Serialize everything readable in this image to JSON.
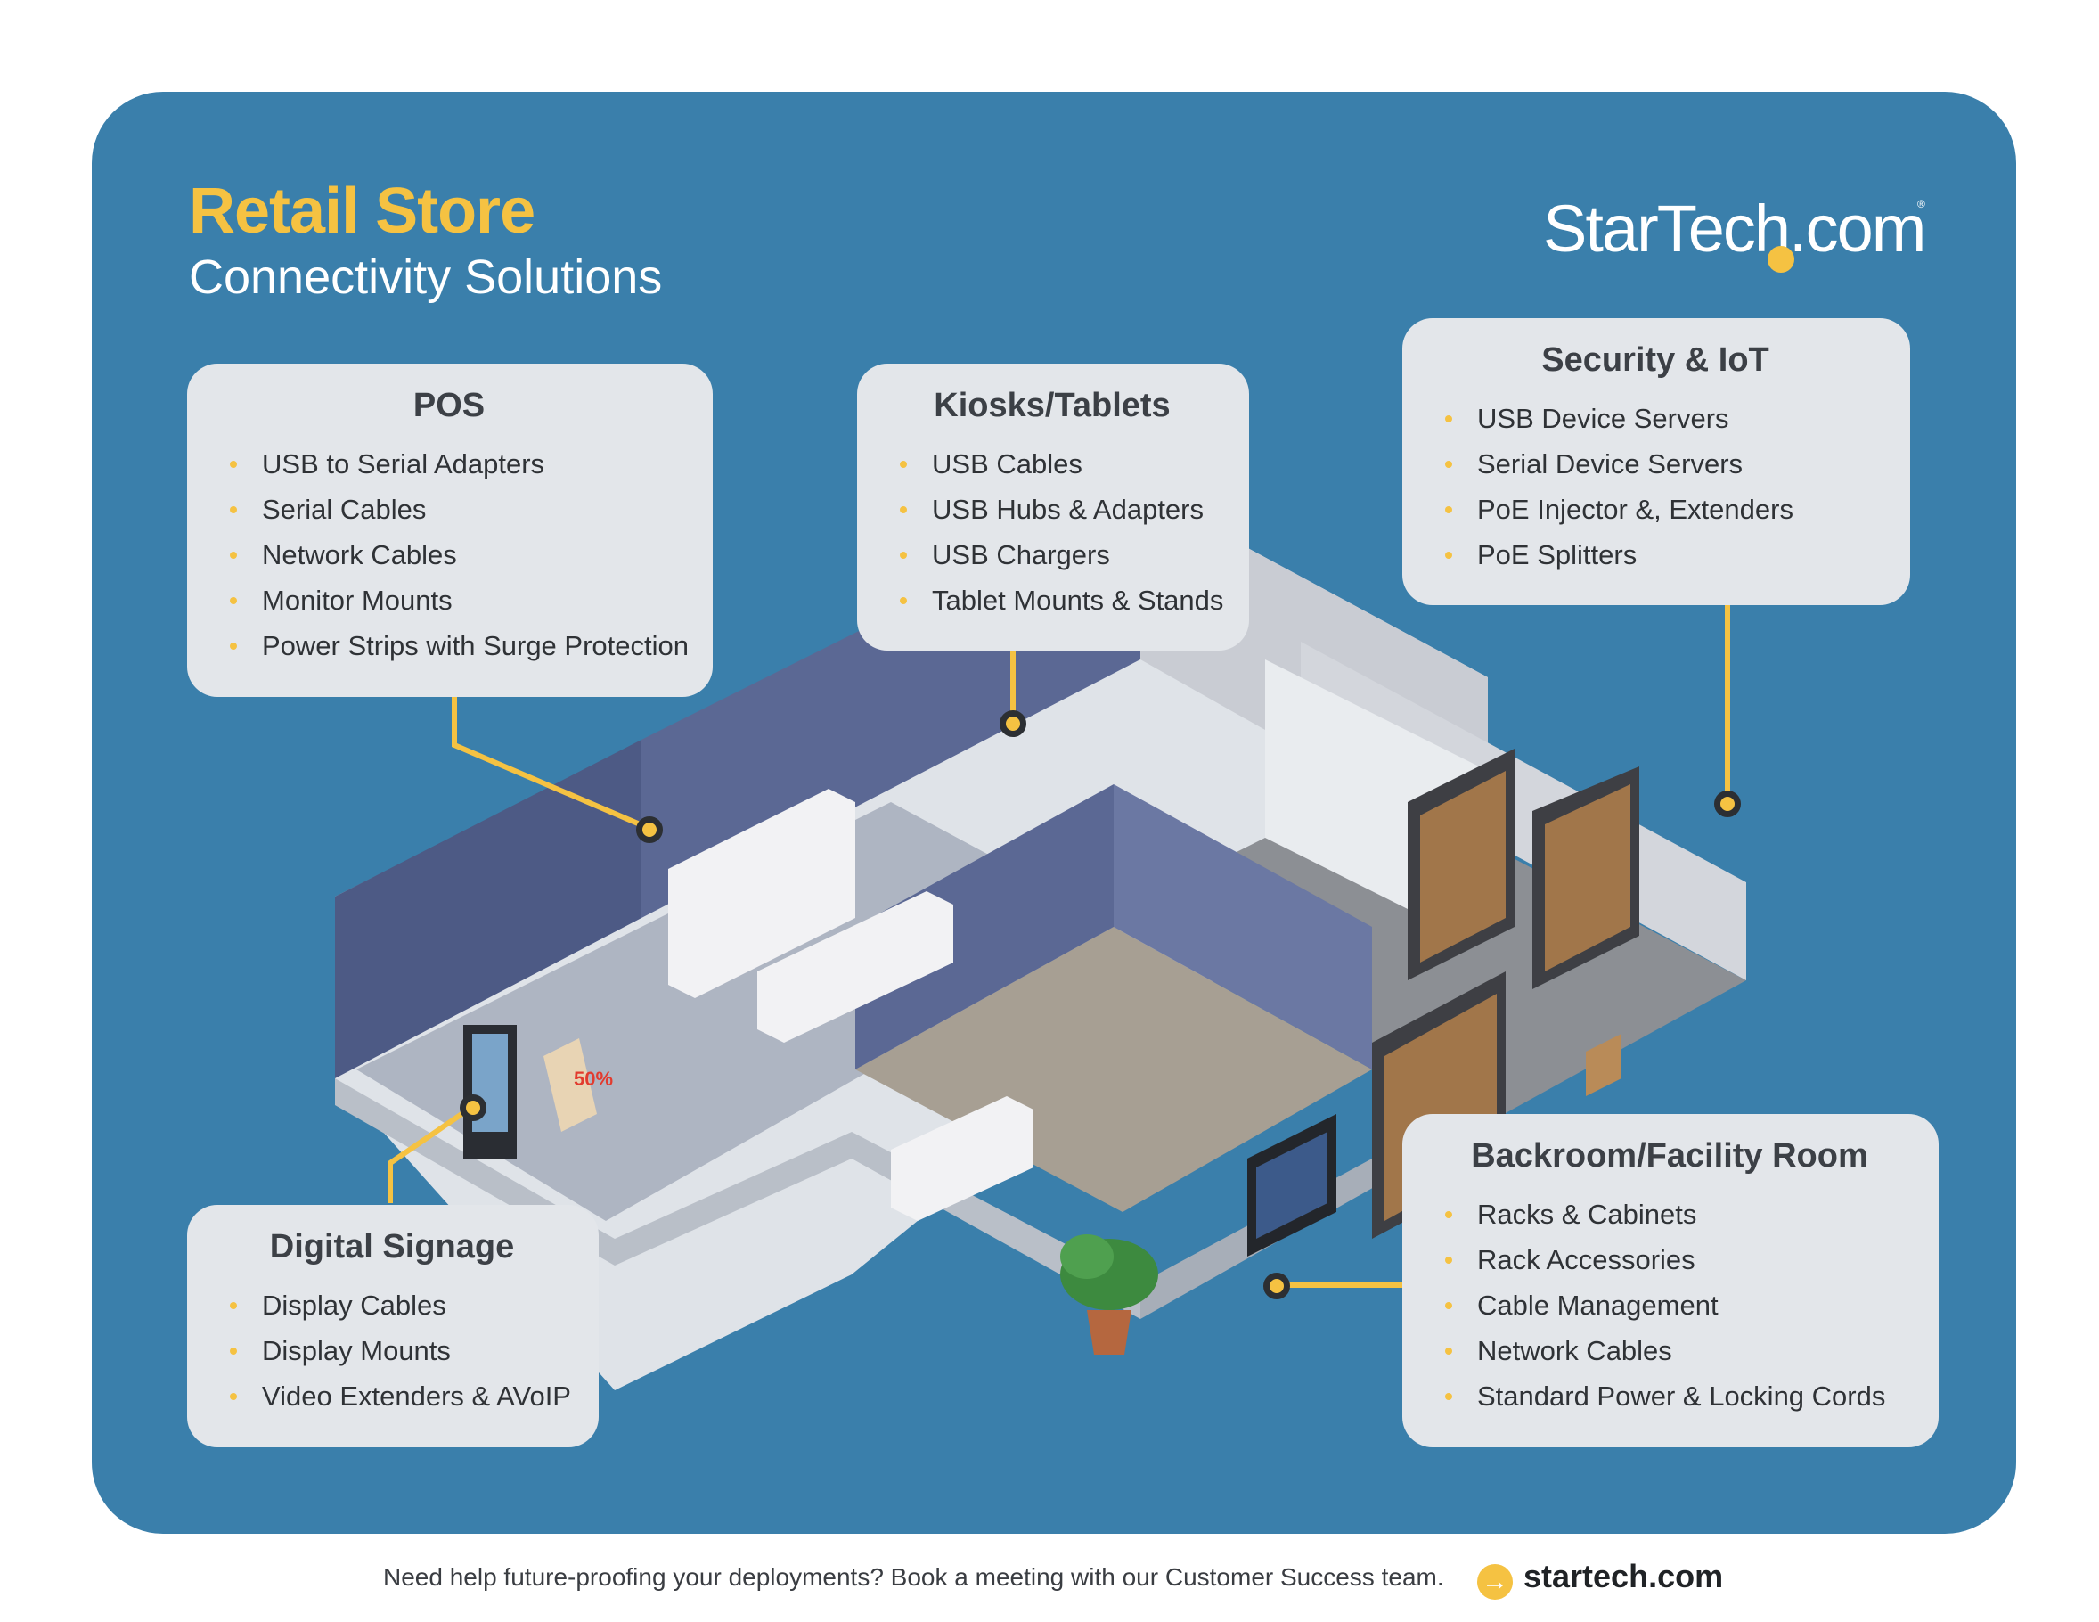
{
  "header": {
    "title": "Retail Store",
    "subtitle": "Connectivity Solutions",
    "logo_text": "StarTech.com"
  },
  "cards": {
    "pos": {
      "title": "POS",
      "items": [
        "USB to Serial Adapters",
        "Serial Cables",
        "Network Cables",
        "Monitor Mounts",
        "Power Strips with Surge Protection"
      ]
    },
    "kiosks": {
      "title": "Kiosks/Tablets",
      "items": [
        "USB Cables",
        "USB Hubs & Adapters",
        "USB Chargers",
        "Tablet Mounts & Stands"
      ]
    },
    "security": {
      "title": "Security & IoT",
      "items": [
        "USB Device Servers",
        "Serial Device Servers",
        "PoE Injector &, Extenders",
        "PoE Splitters"
      ]
    },
    "signage": {
      "title": "Digital Signage",
      "items": [
        "Display Cables",
        "Display Mounts",
        "Video Extenders & AVoIP"
      ]
    },
    "backroom": {
      "title": "Backroom/Facility Room",
      "items": [
        "Racks & Cabinets",
        "Rack Accessories",
        "Cable Management",
        "Network Cables",
        "Standard Power & Locking Cords"
      ]
    }
  },
  "illustration": {
    "sale_sign": "50%"
  },
  "footer": {
    "text": "Need help future-proofing your deployments? Book a meeting with our Customer Success team.",
    "url": "startech.com"
  },
  "colors": {
    "panel": "#3a7fab",
    "accent": "#f5c242",
    "card": "#e3e6ea"
  }
}
